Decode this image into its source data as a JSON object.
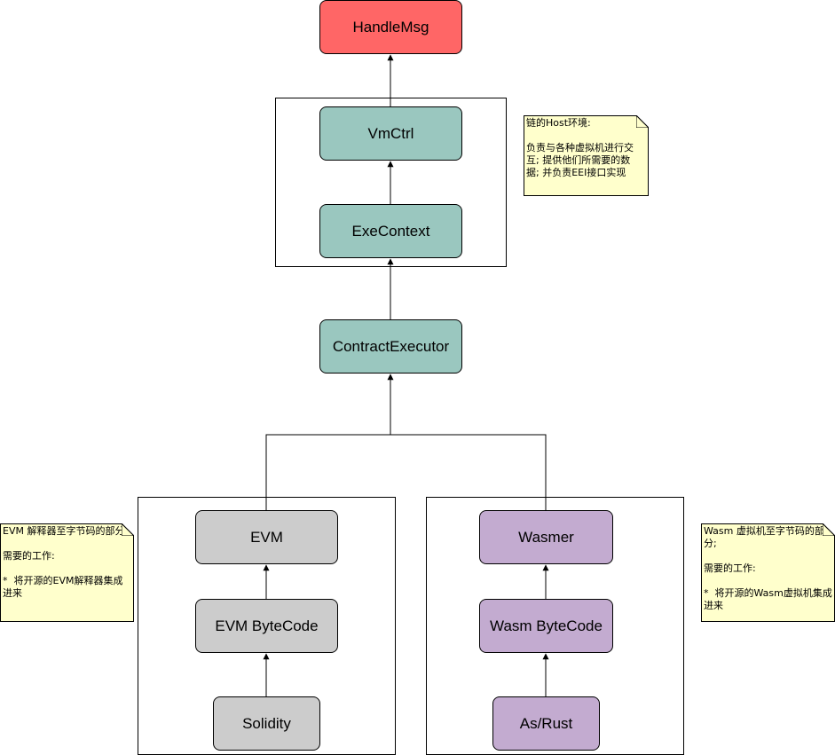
{
  "nodes": {
    "handle_msg": "HandleMsg",
    "vm_ctrl": "VmCtrl",
    "exe_context": "ExeContext",
    "contract_executor": "ContractExecutor",
    "evm": "EVM",
    "evm_bytecode": "EVM ByteCode",
    "solidity": "Solidity",
    "wasmer": "Wasmer",
    "wasm_bytecode": "Wasm ByteCode",
    "as_rust": "As/Rust"
  },
  "notes": {
    "host": "链的Host环境:\n\n负责与各种虚拟机进行交互; 提供他们所需要的数据; 并负责EEI接口实现",
    "evm": "EVM 解释器至字节码的部分;\n\n需要的工作:\n\n*  将开源的EVM解释器集成进来",
    "wasm": "Wasm 虚拟机至字节码的部分;\n\n需要的工作:\n\n*  将开源的Wasm虚拟机集成进来"
  },
  "colors": {
    "handle_msg": "#ff6666",
    "host_nodes": "#9ac7bf",
    "evm_nodes": "#cccccc",
    "wasm_nodes": "#c3abd0",
    "notes": "#ffffcc"
  }
}
